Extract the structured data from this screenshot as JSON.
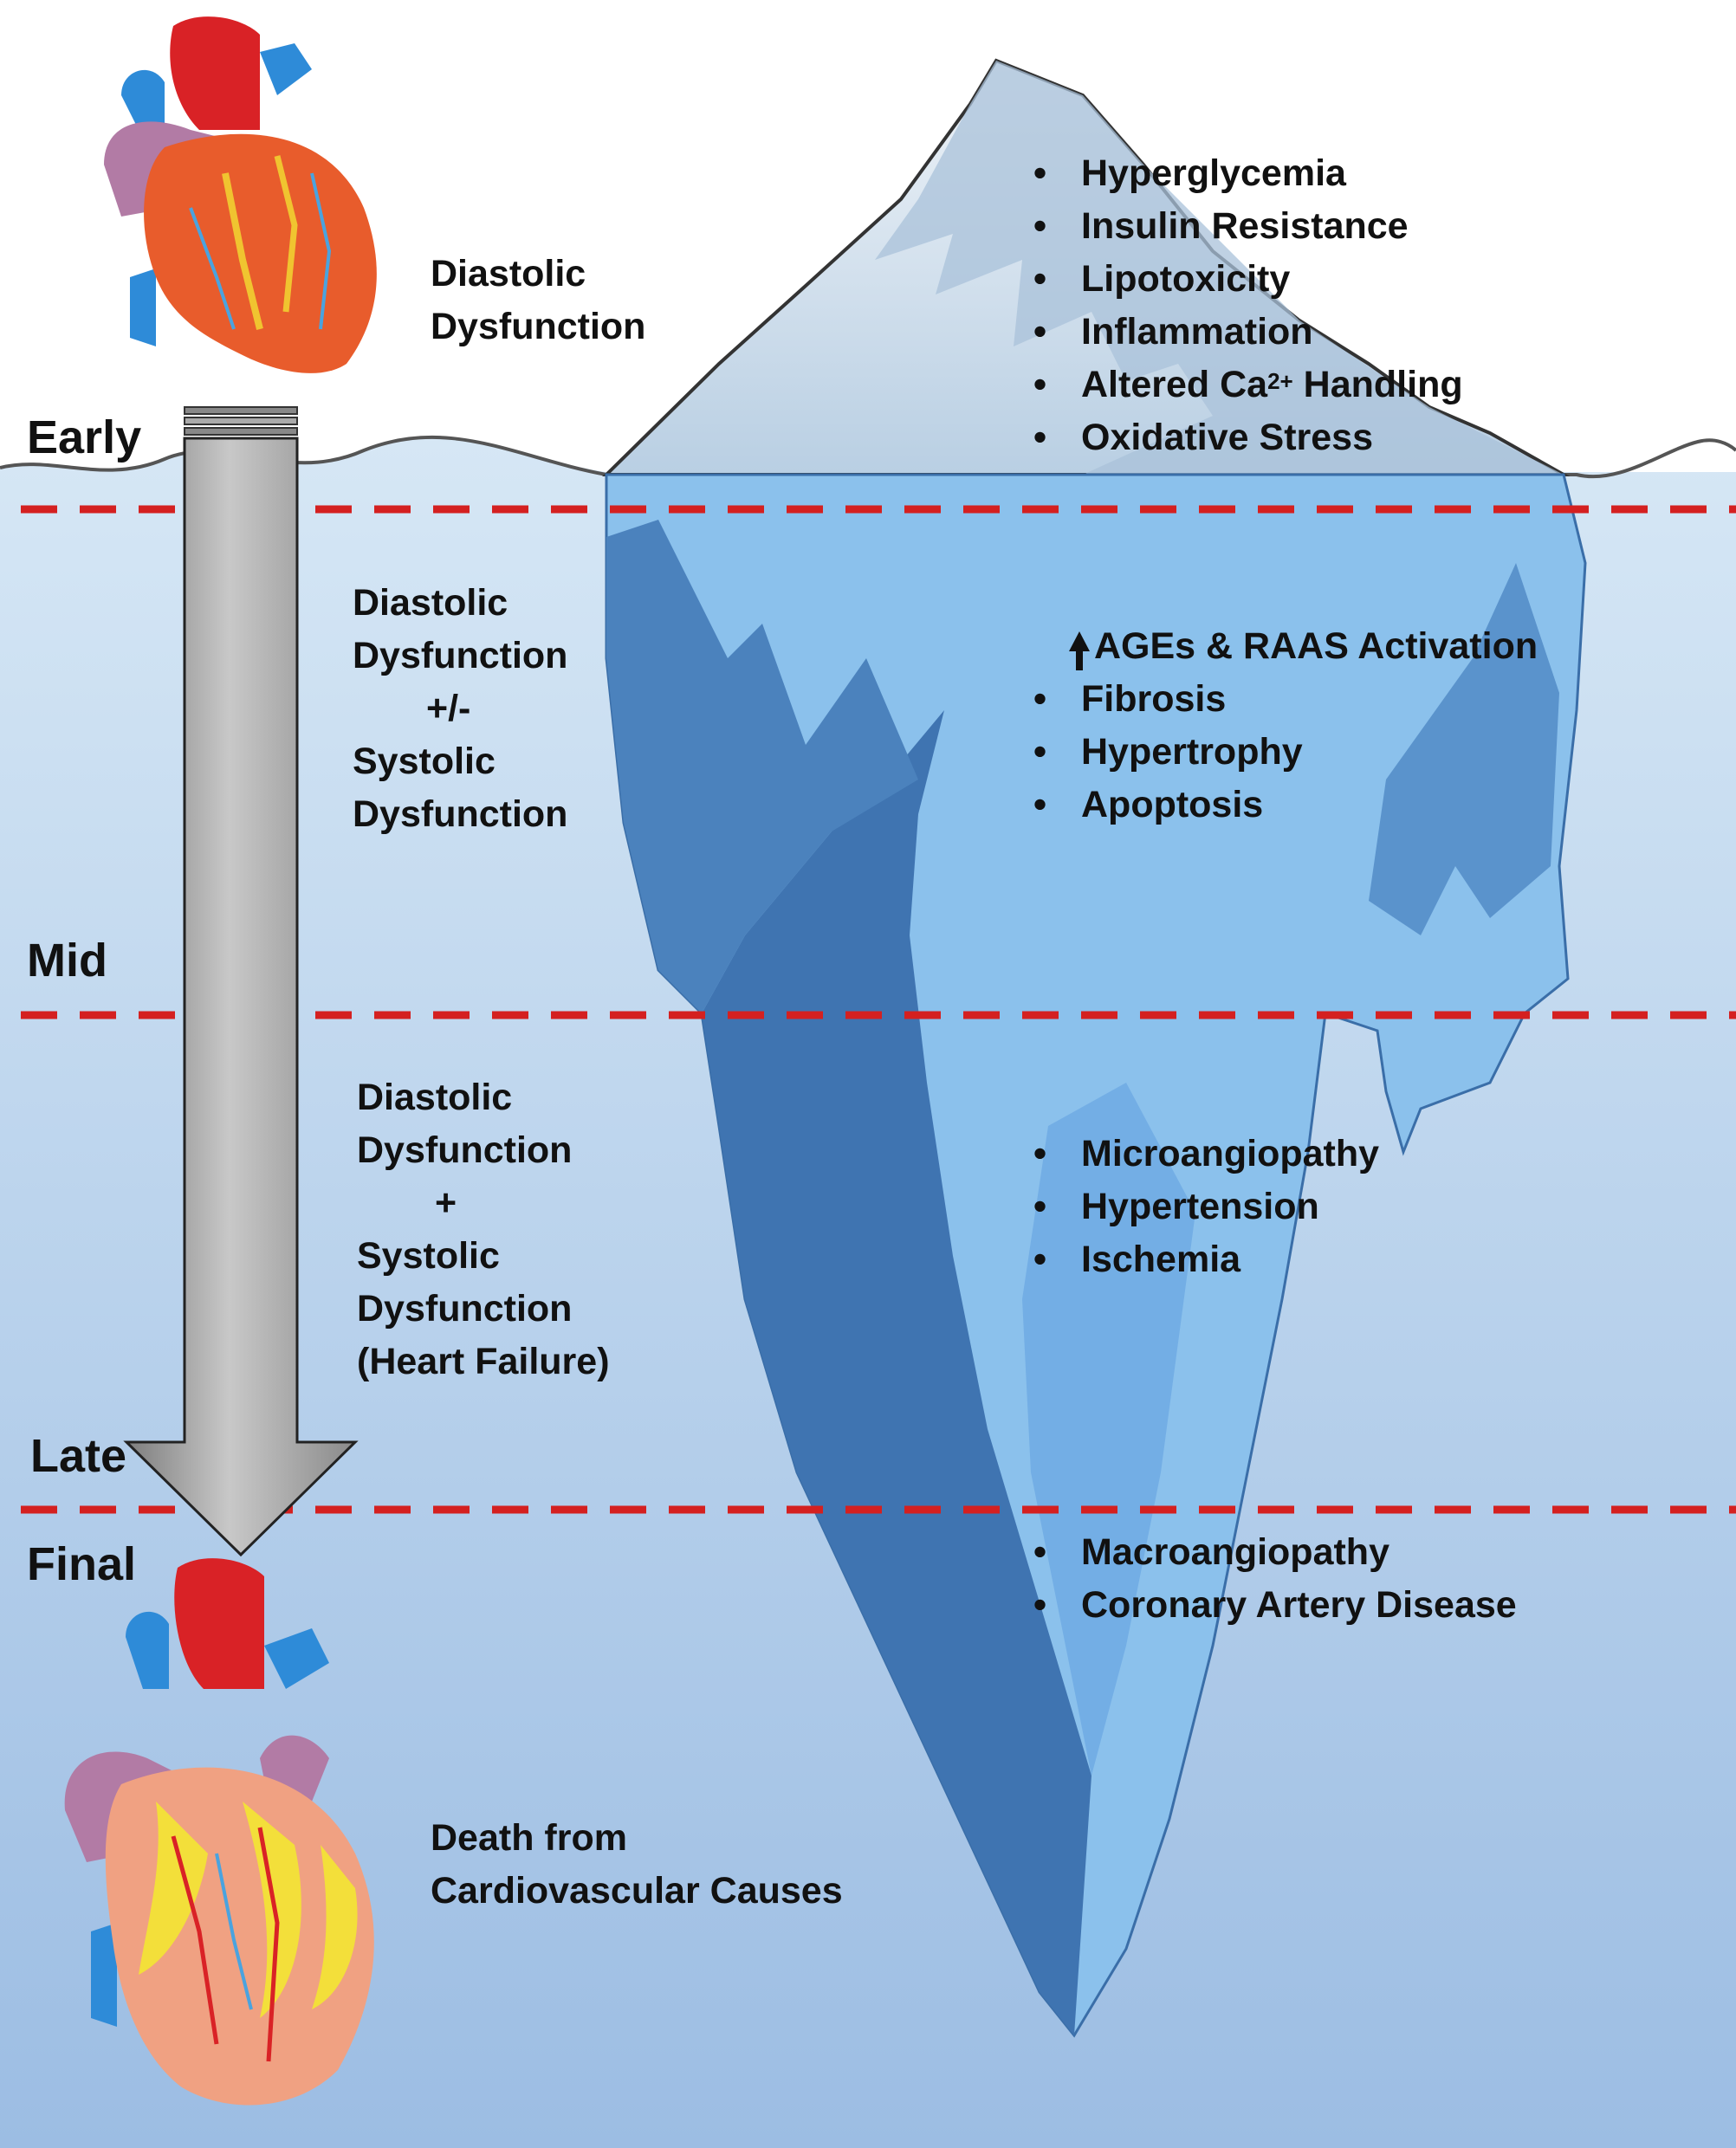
{
  "stages": {
    "early": "Early",
    "mid": "Mid",
    "late": "Late",
    "final": "Final"
  },
  "descriptions": {
    "early": [
      "Diastolic",
      "Dysfunction"
    ],
    "mid": [
      "Diastolic",
      "Dysfunction",
      "+/-",
      "Systolic",
      "Dysfunction"
    ],
    "late": [
      "Diastolic",
      "Dysfunction",
      "+",
      "Systolic",
      "Dysfunction",
      "(Heart Failure)"
    ],
    "final": [
      "Death from",
      "Cardiovascular Causes"
    ]
  },
  "factors": {
    "tip": [
      "Hyperglycemia",
      "Insulin Resistance",
      "Lipotoxicity",
      "Inflammation"
    ],
    "calcium": {
      "prefix": "Altered Ca",
      "superscript": "2+",
      "suffix": " Handling"
    },
    "tip_last": "Oxidative Stress",
    "upper_arrow_item": "AGEs & RAAS Activation",
    "upper": [
      "Fibrosis",
      "Hypertrophy",
      "Apoptosis"
    ],
    "middle": [
      "Microangiopathy",
      "Hypertension",
      "Ischemia"
    ],
    "lower": [
      "Macroangiopathy",
      "Coronary Artery Disease"
    ]
  },
  "icons": {
    "early_heart": "heart-icon",
    "final_heart": "damaged-heart-icon",
    "up_arrow": "up-arrow-icon",
    "progression_arrow": "down-arrow-icon"
  },
  "colors": {
    "stage_divider": "#d42020",
    "water_top": "#d3e5f4",
    "water_bottom": "#9fc0e4",
    "iceberg_light": "#8ec5ef",
    "iceberg_dark": "#3f75b0",
    "arrow_gray": "#a6a6a6"
  }
}
